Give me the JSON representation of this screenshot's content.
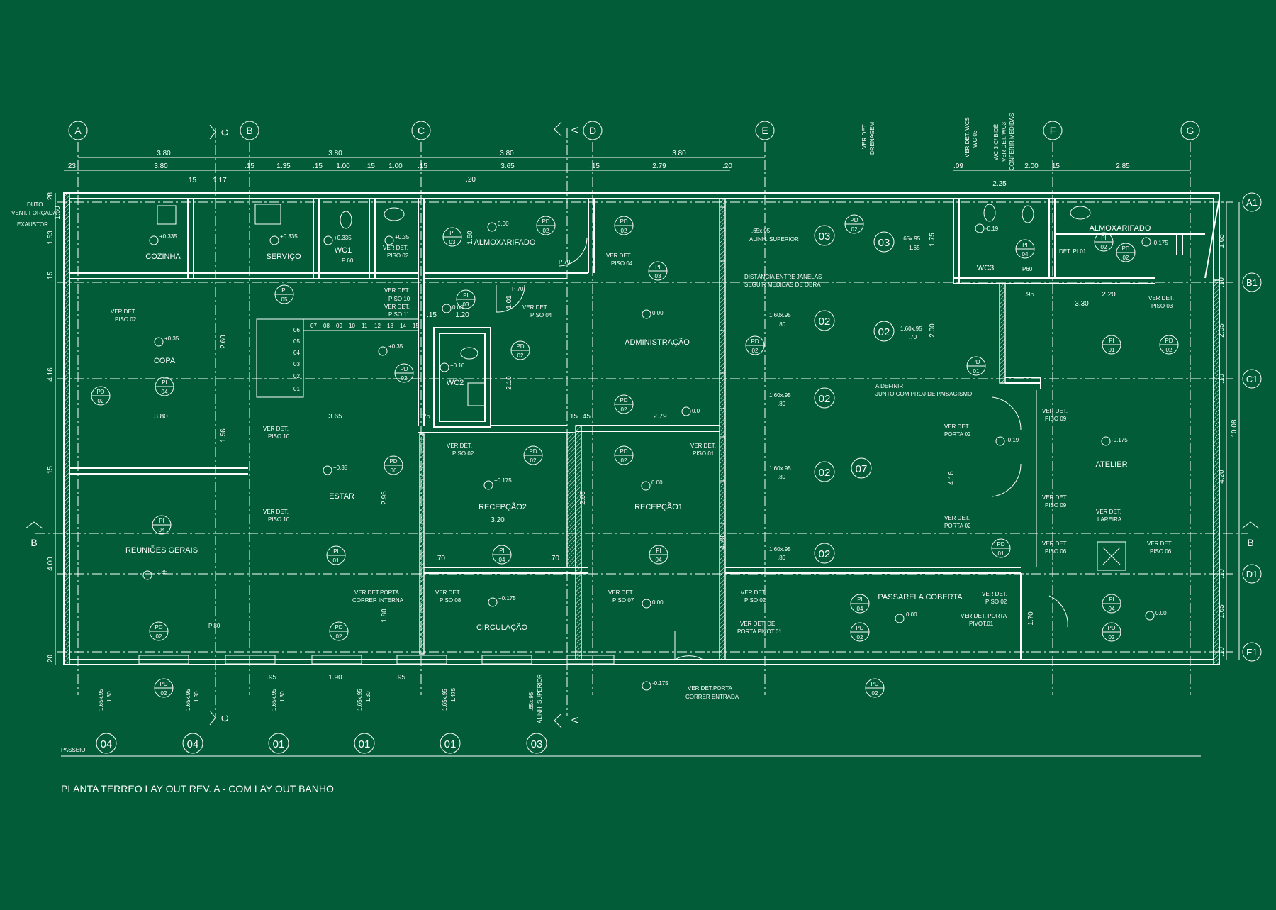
{
  "title": "PLANTA TERREO LAY OUT REV. A - COM LAY OUT BANHO",
  "colors": {
    "background": "#025c38",
    "lines": "#ffffff"
  },
  "grid_top": [
    "A",
    "B",
    "C",
    "D",
    "E",
    "F",
    "G"
  ],
  "grid_right": [
    "A1",
    "B1",
    "C1",
    "D1",
    "E1"
  ],
  "section_marks": {
    "A": "A",
    "B": "B",
    "C": "C"
  },
  "top_dims_row1": [
    "3.80",
    "3.80",
    "3.80",
    "3.80"
  ],
  "top_dims_row2": [
    ".23",
    "3.80",
    ".15",
    "1.35",
    ".15",
    "1.00",
    ".15",
    "1.00",
    ".15",
    "3.65",
    ".15",
    "2.79",
    ".20",
    ".09",
    "2.00",
    ".15",
    "2.85"
  ],
  "top_dims_extra": [
    ".15",
    "1.17",
    "2.25"
  ],
  "right_dims": [
    "1.65",
    ".10",
    "2.05",
    ".10",
    "4.20",
    "10.08",
    ".10",
    "1.65",
    ".10"
  ],
  "left_dims": [
    ".28",
    "1.60",
    "1.53",
    ".15",
    "4.16",
    ".15",
    "4.00",
    ".20"
  ],
  "rooms": {
    "cozinha": "COZINHA",
    "servico": "SERVIÇO",
    "wc1": "WC1",
    "almox1": "ALMOXARIFADO",
    "copa": "COPA",
    "estar": "ESTAR",
    "wc2": "WC2",
    "admin": "ADMINISTRAÇÃO",
    "recepcao2": "RECEPÇÃO2",
    "recepcao1": "RECEPÇÃO1",
    "reunioes": "REUNIÕES GERAIS",
    "circulacao": "CIRCULAÇÃO",
    "passarela": "PASSARELA COBERTA",
    "wc3": "WC3",
    "almox2": "ALMOXARIFADO",
    "atelier": "ATELIER"
  },
  "levels": {
    "cozinha": "+0.335",
    "servico": "+0.335",
    "wc1": "+0.335",
    "wc1b": "+0.35",
    "almox1": "0.00",
    "copa": "+0.35",
    "estar1": "+0.35",
    "estar2": "+0.35",
    "wc2": "+0.16",
    "wc2b": "0.00",
    "admin": "0.00",
    "recepcao2": "+0.175",
    "recepcao1": "0.00",
    "reunioes": "+0.35",
    "circulacao": "+0.175",
    "circ2": "0.00",
    "entrada": "-0.175",
    "passarela": "0.00",
    "wc3": "-0.19",
    "almox2": "-0.175",
    "atelier": "-0.175",
    "porta": "-0.19",
    "atelier2": "0.00",
    "pass0": "0.0"
  },
  "notes": {
    "duto1": "DUTO",
    "duto2": "VENT. FORÇADA",
    "exaustor": "EXAUSTOR",
    "verdet": "VER DET.",
    "piso02": "PISO 02",
    "piso10": "PISO 10",
    "piso11": "PISO 11",
    "piso04": "PISO 04",
    "piso08": "PISO 08",
    "piso07": "PISO 07",
    "piso01": "PISO 01",
    "piso09": "PISO 09",
    "piso06": "PISO 06",
    "piso03": "PISO 03",
    "pidet": "DET. PI 01",
    "portacorrer1": "VER DET.PORTA",
    "portacorrer2": "CORRER INTERNA",
    "entrada1": "VER DET.PORTA",
    "entrada2": "CORRER ENTRADA",
    "pivot1": "VER DET. DE",
    "pivot2": "PORTA PIVOT.01",
    "pivot3": "VER DET. PORTA",
    "pivot4": "PIVOT.01",
    "porta02": "PORTA 02",
    "lareira": "LAREIRA",
    "alinh": "ALINH. SUPERIOR",
    "dist1": "DISTÂNCIA ENTRE JANELAS",
    "dist2": "SEGUIR MEDIDAS DE OBRA",
    "definir1": "A DEFINIR",
    "definir2": "JUNTO COM PROJ DE PAISAGISMO",
    "drenagem1": "VER DET.",
    "drenagem2": "DRENAGEM",
    "wcs1": "VER DET. WCS",
    "wcs2": "WC 03",
    "bide1": "WC 3 C/ BIDÊ",
    "bide2": "VER DET. WC3",
    "bide3": "CONFERIR MEDIDAS",
    "passeio": "PASSEIO",
    "p60": "P 60",
    "p70": "P 70",
    "p60b": "P60",
    "p80": "P 80"
  },
  "stairs": [
    "07",
    "08",
    "09",
    "10",
    "11",
    "12",
    "13",
    "14",
    "15",
    "06",
    "05",
    "04",
    "03",
    "02",
    "01"
  ],
  "tags": {
    "PI": "PI",
    "PD": "PD",
    "n01": "01",
    "n02": "02",
    "n03": "03",
    "n04": "04",
    "n05": "05",
    "n06": "06"
  },
  "windows": {
    "w01": "01",
    "w02": "02",
    "w03": "03",
    "w04": "04",
    "w07": "07",
    "d165": "1.65x.95",
    "d130": "1.30",
    "d1475": "1.475",
    "d65": ".65x.95",
    "d165b": "1.65",
    "d160": "1.60x.95",
    "d80": ".80",
    "d70": ".70"
  },
  "inner_dims": {
    "d380": "3.80",
    "d365": "3.65",
    "d279": "2.79",
    "d320": "3.20",
    "d295": "2.95",
    "d295b": "2.95",
    "d260": "2.60",
    "d156": "1.56",
    "d210": "2.10",
    "d101": "1.01",
    "d120": "1.20",
    "d160": "1.60",
    "d180": "1.80",
    "d416": "4.16",
    "d470": "4.70",
    "d200": "2.00",
    "d175": "1.75",
    "d170": "1.70",
    "d220": "2.20",
    "d330": "3.30",
    "d95": ".95",
    "d190": "1.90",
    "d70": ".70",
    "d15": ".15",
    "d25": ".25",
    "d45": ".45",
    "d20": ".20"
  }
}
